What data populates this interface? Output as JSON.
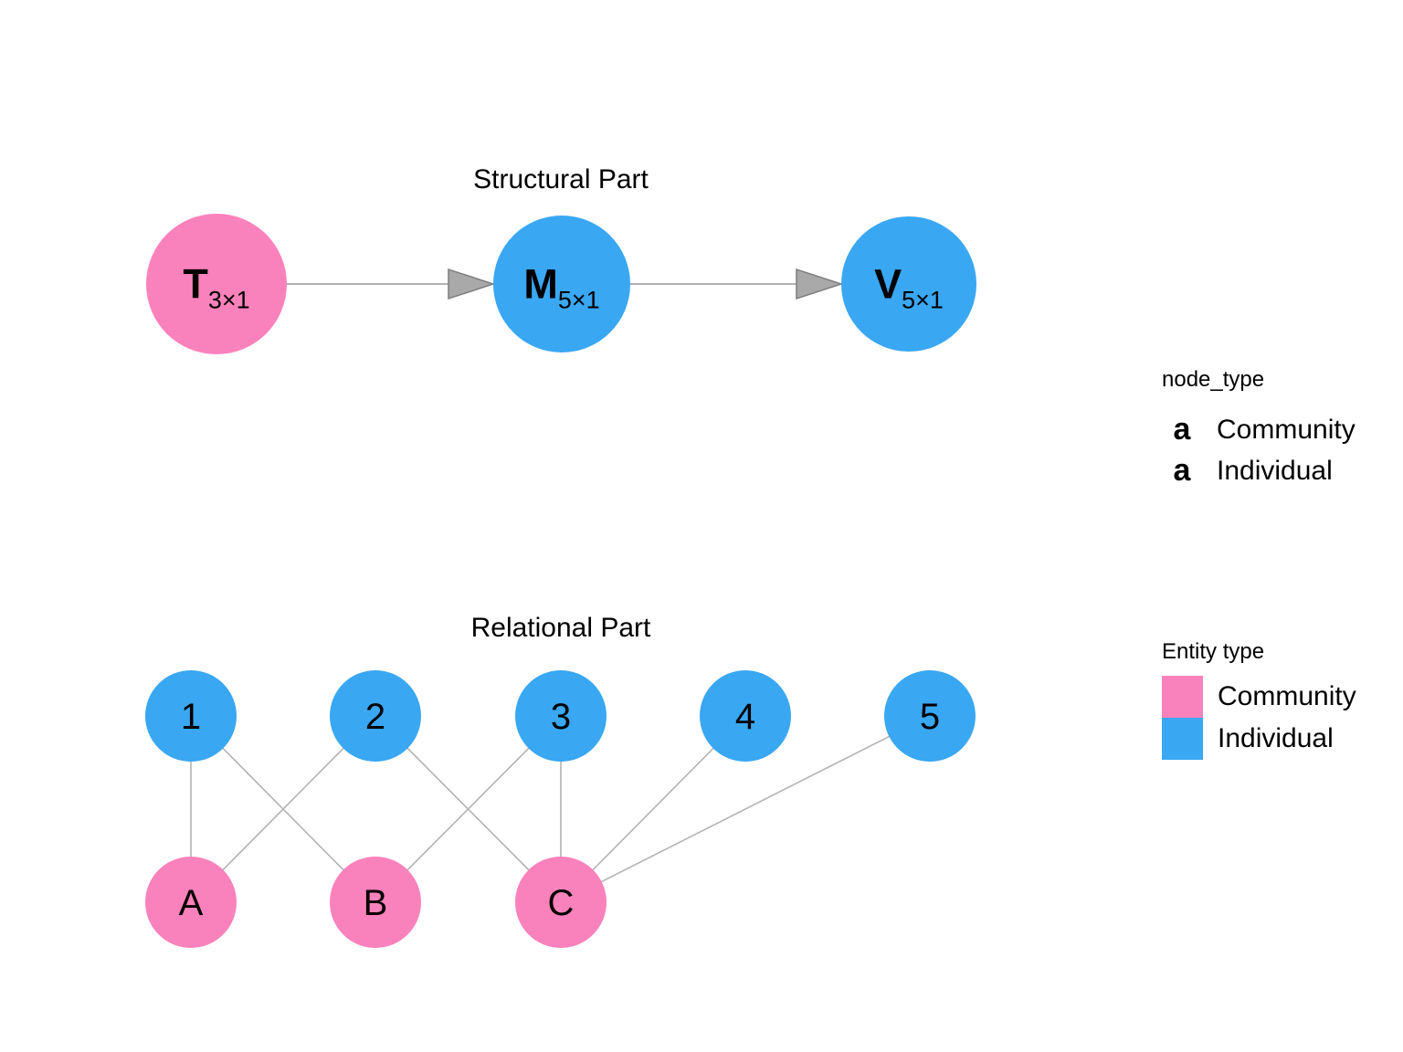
{
  "colors": {
    "community": "#FA82BC",
    "individual": "#39A7F2",
    "edge": "#B3B3B3",
    "arrow_fill": "#A9A9A9",
    "arrow_stroke": "#7E7E7E"
  },
  "structural": {
    "title": "Structural Part",
    "nodes": [
      {
        "label_main": "T",
        "label_sub": "3×1",
        "type": "Community"
      },
      {
        "label_main": "M",
        "label_sub": "5×1",
        "type": "Individual"
      },
      {
        "label_main": "V",
        "label_sub": "5×1",
        "type": "Individual"
      }
    ],
    "edges": [
      [
        "T",
        "M"
      ],
      [
        "M",
        "V"
      ]
    ]
  },
  "relational": {
    "title": "Relational Part",
    "individual_nodes": [
      "1",
      "2",
      "3",
      "4",
      "5"
    ],
    "community_nodes": [
      "A",
      "B",
      "C"
    ],
    "edges": [
      [
        "1",
        "A"
      ],
      [
        "1",
        "B"
      ],
      [
        "2",
        "A"
      ],
      [
        "2",
        "C"
      ],
      [
        "3",
        "B"
      ],
      [
        "3",
        "C"
      ],
      [
        "4",
        "C"
      ],
      [
        "5",
        "C"
      ]
    ]
  },
  "legends": {
    "node_type": {
      "title": "node_type",
      "key_glyph": "a",
      "items": [
        "Community",
        "Individual"
      ]
    },
    "entity_type": {
      "title": "Entity type",
      "items": [
        {
          "label": "Community",
          "color": "#FA82BC"
        },
        {
          "label": "Individual",
          "color": "#39A7F2"
        }
      ]
    }
  }
}
